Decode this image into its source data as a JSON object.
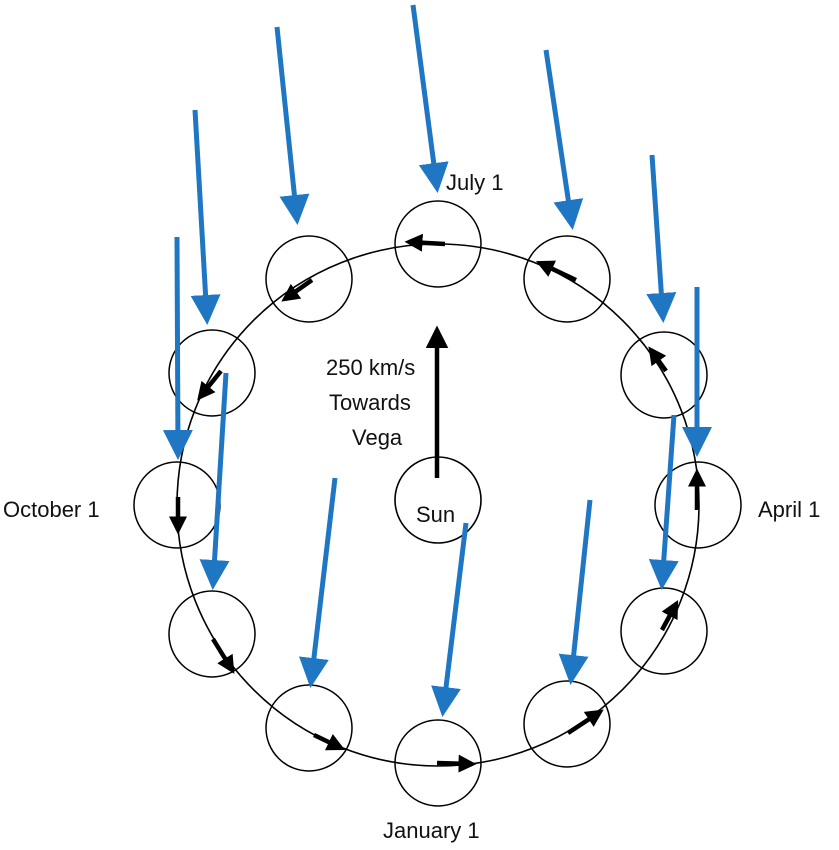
{
  "labels": {
    "july": "July 1",
    "april": "April 1",
    "october": "October 1",
    "january": "January 1",
    "sun": "Sun",
    "speed": "250 km/s",
    "towards": "Towards",
    "vega": "Vega"
  },
  "colors": {
    "incoming_arrow": "#1f77c4",
    "motion_arrow": "#000000",
    "circle_stroke": "#000000",
    "background": "#ffffff"
  },
  "positions_count": 12
}
